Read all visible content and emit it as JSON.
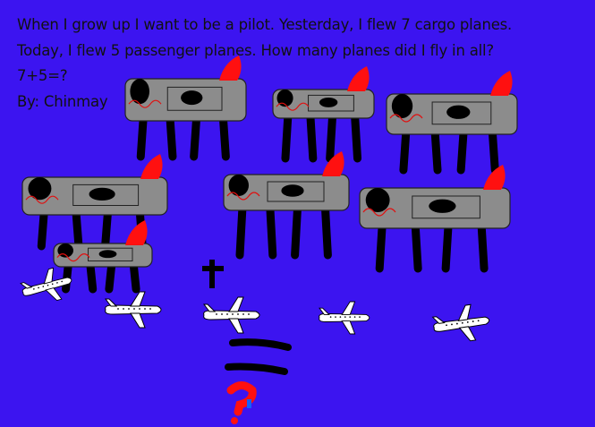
{
  "story": {
    "line1": "When I grow up I want to be a pilot. Yesterday, I flew 7 cargo planes.",
    "line2": "Today, I flew 5 passenger planes. How many planes did I fly in all?",
    "equation": "7+5=?",
    "author": "By: Chinmay"
  },
  "counts": {
    "cargo_planes": 7,
    "passenger_planes": 5
  },
  "colors": {
    "background": "#3c14f0",
    "cargo_body": "#8c8c8c",
    "tail": "#ff1010"
  }
}
